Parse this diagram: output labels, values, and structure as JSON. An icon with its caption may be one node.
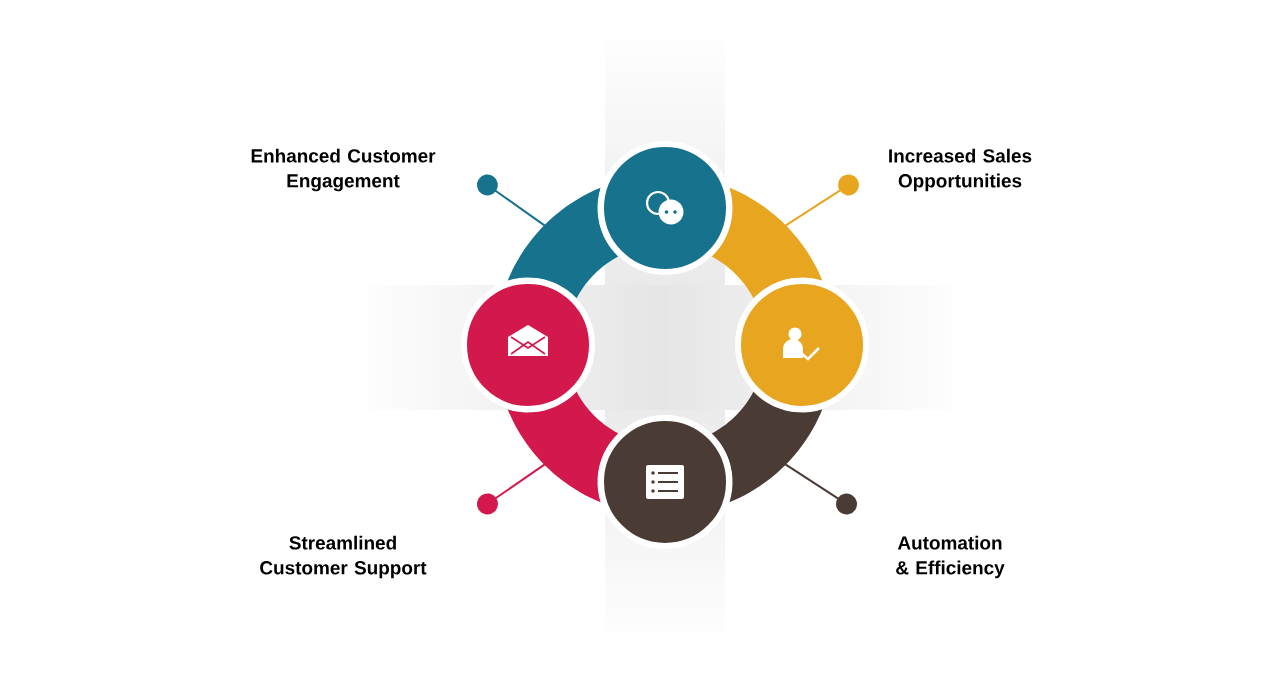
{
  "diagram": {
    "nodes": [
      {
        "text": [
          "Enhanced Customer Engagement"
        ]
      },
      {
        "text": [
          "Increased Sales Opportunities"
        ]
      },
      {
        "text": [
          "Streamlined Customer Support"
        ]
      },
      {
        "text": [
          "Automation & Efficiency"
        ]
      },
      {
        "text": [],
        "shape": "circle"
      },
      {
        "text": [],
        "shape": "circle"
      },
      {
        "text": [],
        "shape": "circle"
      },
      {
        "text": [],
        "shape": "circle"
      },
      {
        "text": [],
        "shape": "arc"
      },
      {
        "text": [],
        "shape": "arc"
      },
      {
        "text": [],
        "shape": "arc"
      },
      {
        "text": [],
        "shape": "arc"
      }
    ],
    "edges": [
      {
        "from": 0,
        "to": 8,
        "arrow": "other",
        "color": "#17728d"
      },
      {
        "from": 1,
        "to": 9,
        "arrow": "other",
        "color": "#e8a51f"
      },
      {
        "from": 2,
        "to": 10,
        "arrow": "other",
        "color": "#d3184b"
      },
      {
        "from": 3,
        "to": 11,
        "arrow": "other",
        "color": "#4a3b35"
      }
    ]
  }
}
